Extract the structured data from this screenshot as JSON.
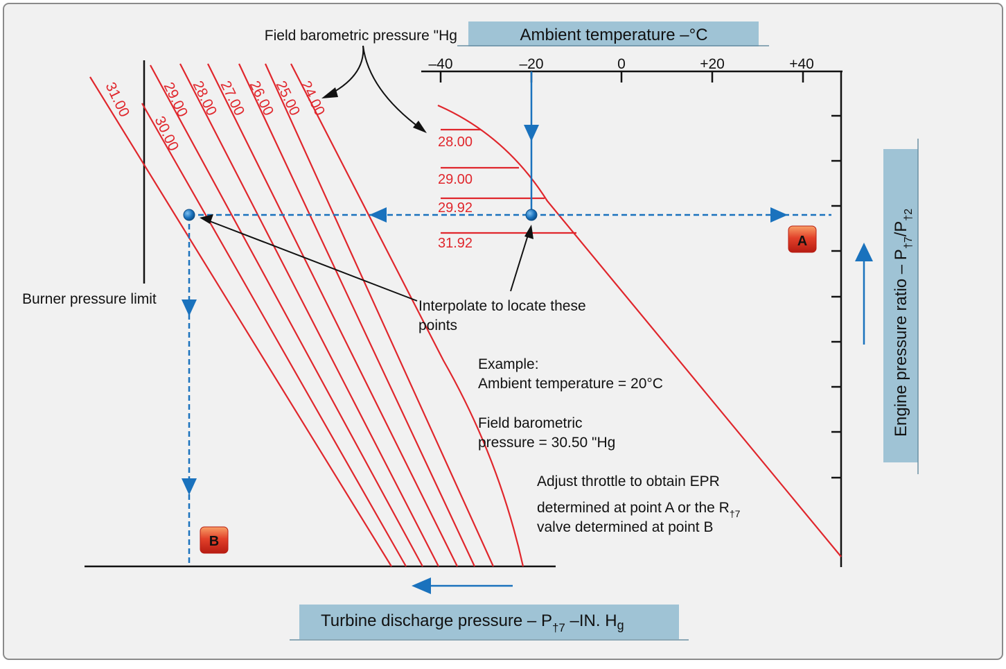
{
  "top_label": "Field barometric pressure \"Hg",
  "ambient_axis": {
    "title": "Ambient temperature –°C",
    "ticks": [
      "–40",
      "–20",
      "0",
      "+20",
      "+40"
    ]
  },
  "epr_axis": {
    "title_main": "Engine pressure ratio – P",
    "sub1": "†7",
    "slash": "/P",
    "sub2": "†2"
  },
  "bottom_axis": {
    "title_main": "Turbine discharge pressure – P",
    "sub": "†7",
    "title_tail": " –IN. H",
    "sub2": "g"
  },
  "diagonal_labels": [
    "31.00",
    "30.00",
    "29.00",
    "28.00",
    "27.00",
    "26.00",
    "25.00",
    "24.00"
  ],
  "pressure_levels": [
    "28.00",
    "29.00",
    "29.92",
    "31.92"
  ],
  "burner_limit": "Burner pressure limit",
  "interpolate": {
    "line1": "Interpolate to locate these",
    "line2": "points"
  },
  "example": {
    "l1": "Example:",
    "l2": "Ambient temperature = 20°C",
    "l3": "Field barometric",
    "l4": "pressure = 30.50 \"Hg"
  },
  "adjust": {
    "l1": "Adjust throttle to obtain EPR",
    "l2": "determined at point A or the R",
    "l2_sub": "†7",
    "l3": "valve determined at point B"
  },
  "badge_a": "A",
  "badge_b": "B",
  "colors": {
    "red": "#e0262c",
    "blue": "#1a72bd",
    "label_bg": "#9fc3d5",
    "panel_bg": "#f1f1f1",
    "badge_red": "#d8321c"
  }
}
